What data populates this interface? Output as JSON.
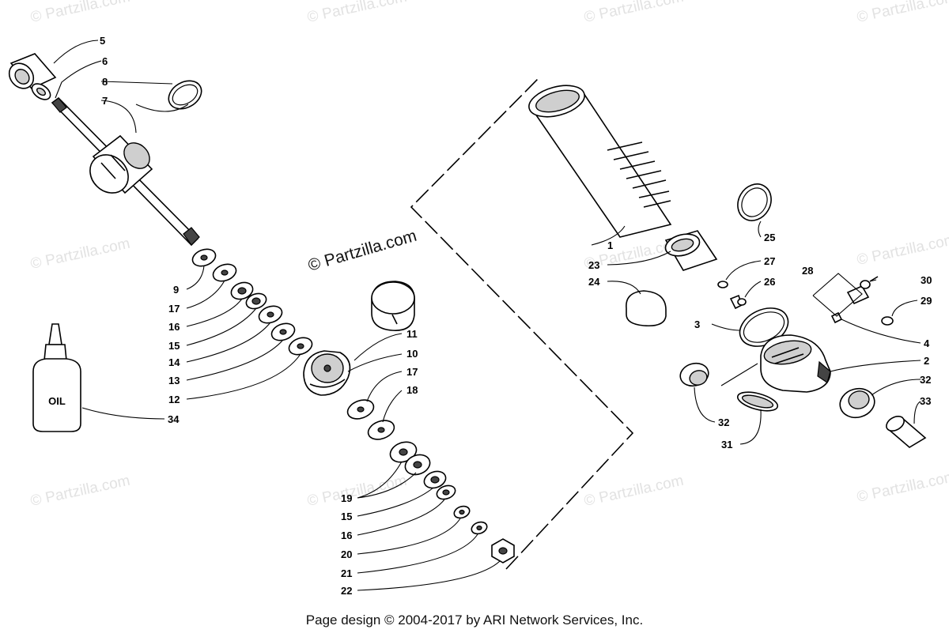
{
  "watermark": "© Partzilla.com",
  "center_watermark": "© Partzilla.com",
  "oil_label": "OIL",
  "footer": "Page design © 2004-2017 by ARI Network Services, Inc.",
  "callouts": {
    "c1": "1",
    "c2": "2",
    "c3": "3",
    "c4": "4",
    "c5": "5",
    "c6": "6",
    "c7": "7",
    "c8": "8",
    "c9": "9",
    "c10": "10",
    "c11": "11",
    "c12": "12",
    "c13": "13",
    "c14": "14",
    "c15a": "15",
    "c15b": "15",
    "c16a": "16",
    "c16b": "16",
    "c17a": "17",
    "c17b": "17",
    "c18": "18",
    "c19": "19",
    "c20": "20",
    "c21": "21",
    "c22": "22",
    "c23": "23",
    "c24": "24",
    "c25": "25",
    "c26": "26",
    "c27": "27",
    "c28": "28",
    "c29": "29",
    "c30": "30",
    "c31": "31",
    "c32a": "32",
    "c32b": "32",
    "c33": "33",
    "c34": "34"
  }
}
